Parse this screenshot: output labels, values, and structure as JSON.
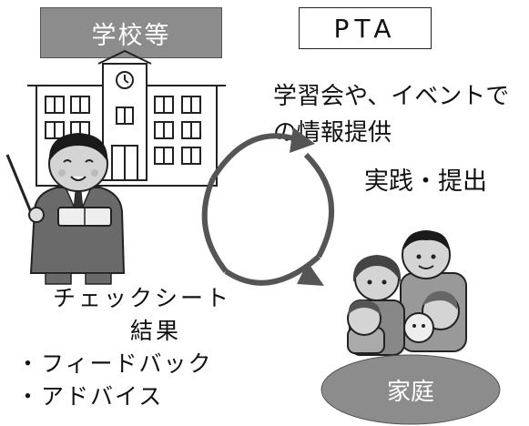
{
  "school": {
    "label": "学校等"
  },
  "pta": {
    "label": "PTA",
    "description_line1": "学習会や、イベントで",
    "description_line2": "の情報提供"
  },
  "practice_label": "実践・提出",
  "checksheet": {
    "line1": "チェックシート",
    "line2": "結果",
    "line3": "・フィードバック",
    "line4": "・アドバイス"
  },
  "home": {
    "label": "家庭"
  },
  "colors": {
    "label_fill": "#8c8c8c",
    "line": "#222222",
    "text": "#111111"
  }
}
